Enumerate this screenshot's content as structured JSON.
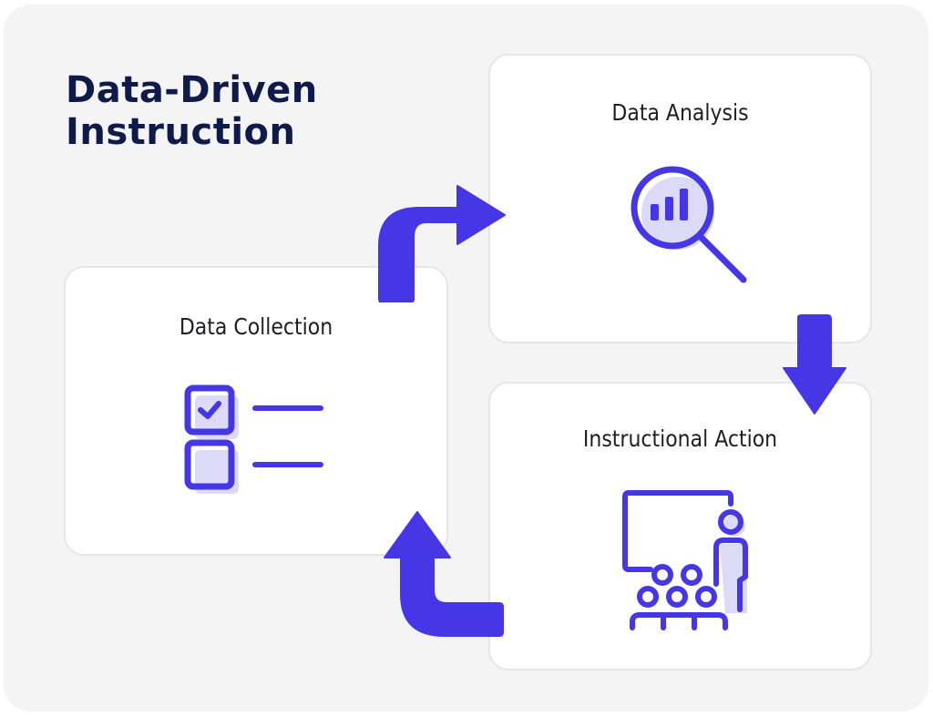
{
  "title": {
    "line1": "Data-Driven",
    "line2": "Instruction"
  },
  "steps": [
    {
      "label": "Data Analysis",
      "icon": "magnifier-bar-chart-icon"
    },
    {
      "label": "Instructional Action",
      "icon": "teacher-classroom-icon"
    },
    {
      "label": "Data Collection",
      "icon": "checklist-icon"
    }
  ],
  "colors": {
    "accent": "#4536e6",
    "accent_light": "#dcdaf7",
    "title": "#0e1a4a",
    "background": "#f4f4f5",
    "card": "#ffffff"
  }
}
